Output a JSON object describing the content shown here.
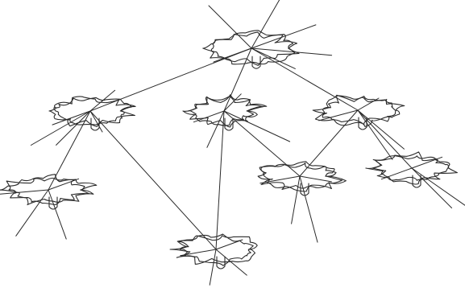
{
  "diagram": {
    "type": "network",
    "labels_shown": false,
    "colors": {
      "ink": "#2a2a2a",
      "background": "#ffffff"
    },
    "nodes": [
      {
        "id": "hub-top"
      },
      {
        "id": "node-upper-left"
      },
      {
        "id": "node-upper-center"
      },
      {
        "id": "node-upper-right"
      },
      {
        "id": "node-mid-left"
      },
      {
        "id": "node-mid-right-a"
      },
      {
        "id": "node-mid-right-b"
      },
      {
        "id": "node-bottom"
      }
    ],
    "edges": [
      {
        "from": "hub-top",
        "to": "node-upper-left"
      },
      {
        "from": "hub-top",
        "to": "node-upper-center"
      },
      {
        "from": "hub-top",
        "to": "node-upper-right"
      },
      {
        "from": "node-upper-left",
        "to": "node-mid-left"
      },
      {
        "from": "node-upper-left",
        "to": "node-bottom"
      },
      {
        "from": "node-upper-center",
        "to": "node-bottom"
      },
      {
        "from": "node-upper-center",
        "to": "node-mid-right-a"
      },
      {
        "from": "node-upper-right",
        "to": "node-mid-right-a"
      },
      {
        "from": "node-upper-right",
        "to": "node-mid-right-b"
      }
    ]
  }
}
